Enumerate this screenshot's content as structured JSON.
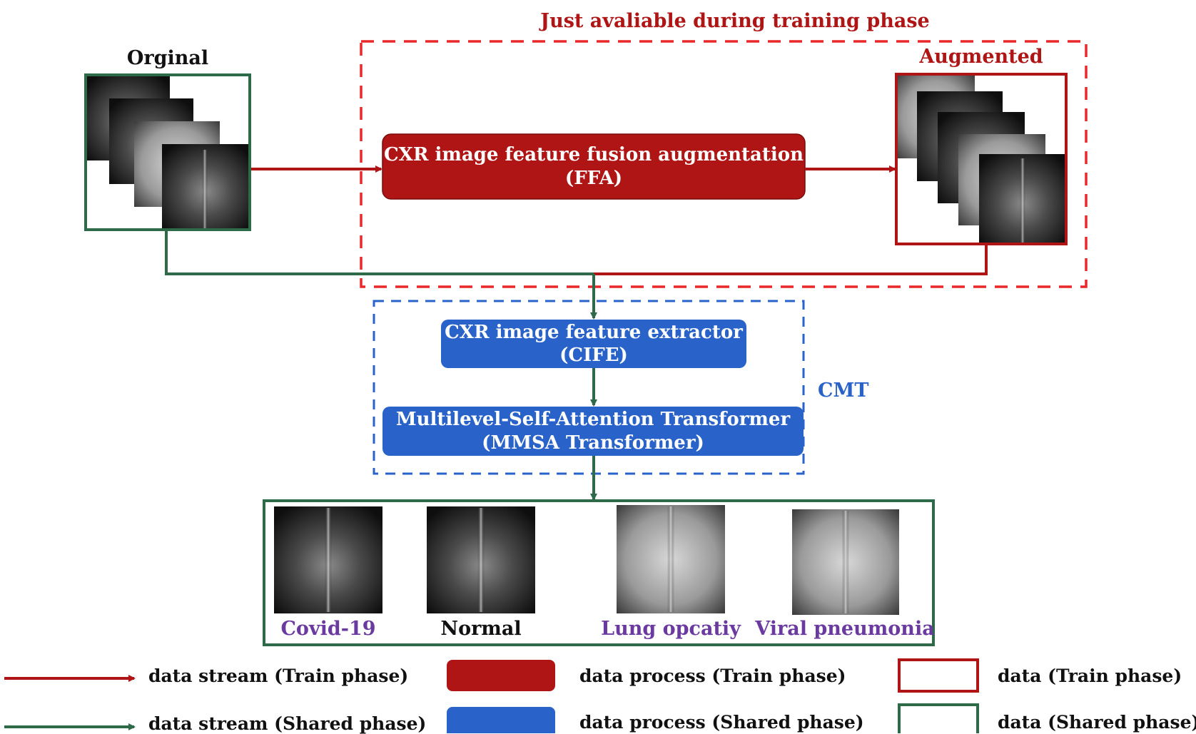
{
  "header": {
    "training_only": "Just avaliable during training phase"
  },
  "inputs": {
    "original_label": "Orginal",
    "augmented_label": "Augmented"
  },
  "process": {
    "ffa_line1": "CXR image feature fusion augmentation",
    "ffa_line2": "(FFA)",
    "cife_line1": "CXR image feature extractor",
    "cife_line2": "(CIFE)",
    "mmsa_line1": "Multilevel-Self-Attention Transformer",
    "mmsa_line2": "(MMSA Transformer)",
    "cmt_label": "CMT"
  },
  "outputs": {
    "classes": [
      "Covid-19",
      "Normal",
      "Lung opcatiy",
      "Viral pneumonia"
    ]
  },
  "legend": {
    "stream_train": "data stream (Train phase)",
    "stream_shared": "data stream (Shared phase)",
    "process_train": "data process (Train phase)",
    "process_shared": "data process (Shared phase)",
    "data_train": "data (Train phase)",
    "data_shared": "data (Shared phase)"
  },
  "colors": {
    "train_red": "#b01515",
    "dashed_red": "#e8282a",
    "shared_green": "#2e6a47",
    "shared_blue": "#2962c9",
    "class_purple": "#6a3aa0"
  }
}
